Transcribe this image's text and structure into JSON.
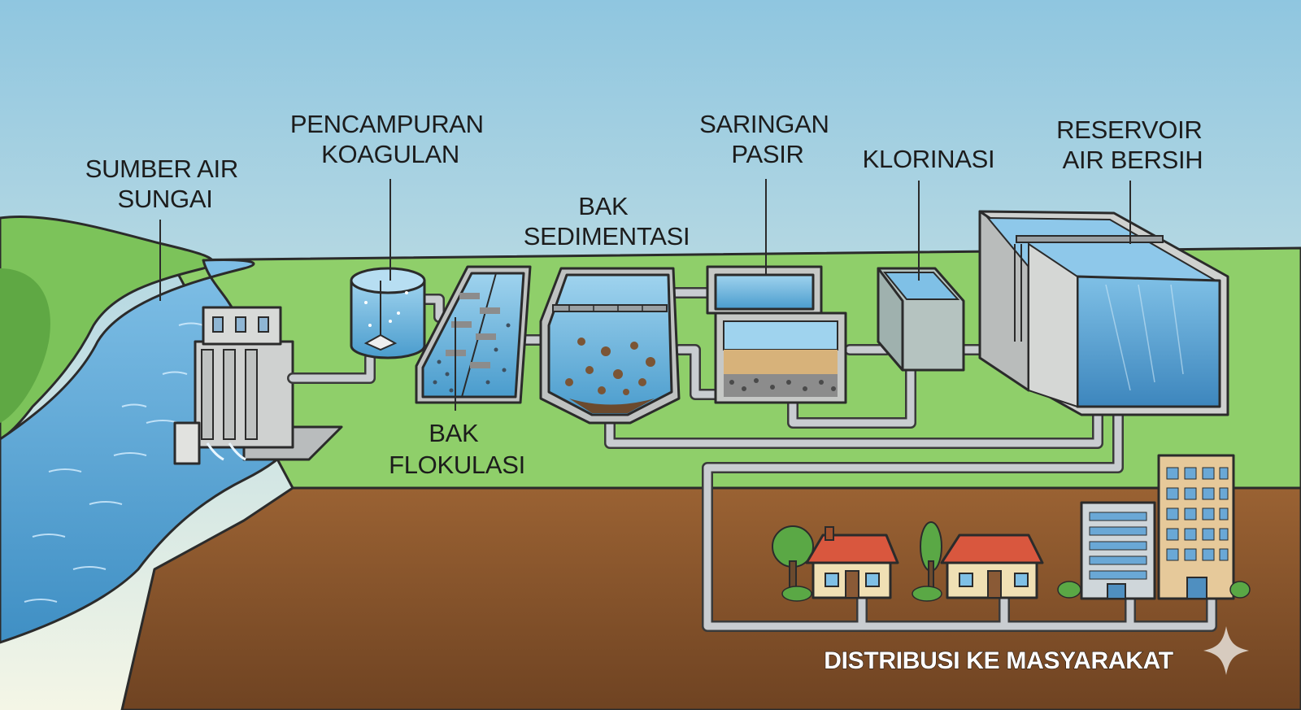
{
  "labels": {
    "sumber_air_sungai": [
      "SUMBER AIR",
      "SUNGAI"
    ],
    "pencampuran_koagulan": [
      "PENCAMPURAN",
      "KOAGULAN"
    ],
    "bak_sedimentasi": [
      "BAK",
      "SEDIMENTASI"
    ],
    "saringan_pasir": [
      "SARINGAN",
      "PASIR"
    ],
    "klorinasi": [
      "KLORINASI"
    ],
    "reservoir_air_bersih": [
      "RESERVOIR",
      "AIR BERSIH"
    ],
    "bak_flokulasi": [
      "BAK",
      "FLOKULASI"
    ],
    "distribusi": [
      "DISTRIBUSI KE MASYARAKAT"
    ]
  },
  "icons": [
    "sparkle-icon"
  ],
  "colors": {
    "sky_top": "#8fc6e0",
    "sky_bottom": "#f4f6e6",
    "grass": "#8fcf6a",
    "soil": "#8a5630",
    "water": "#5aa6d6",
    "concrete": "#c9c9c6"
  }
}
